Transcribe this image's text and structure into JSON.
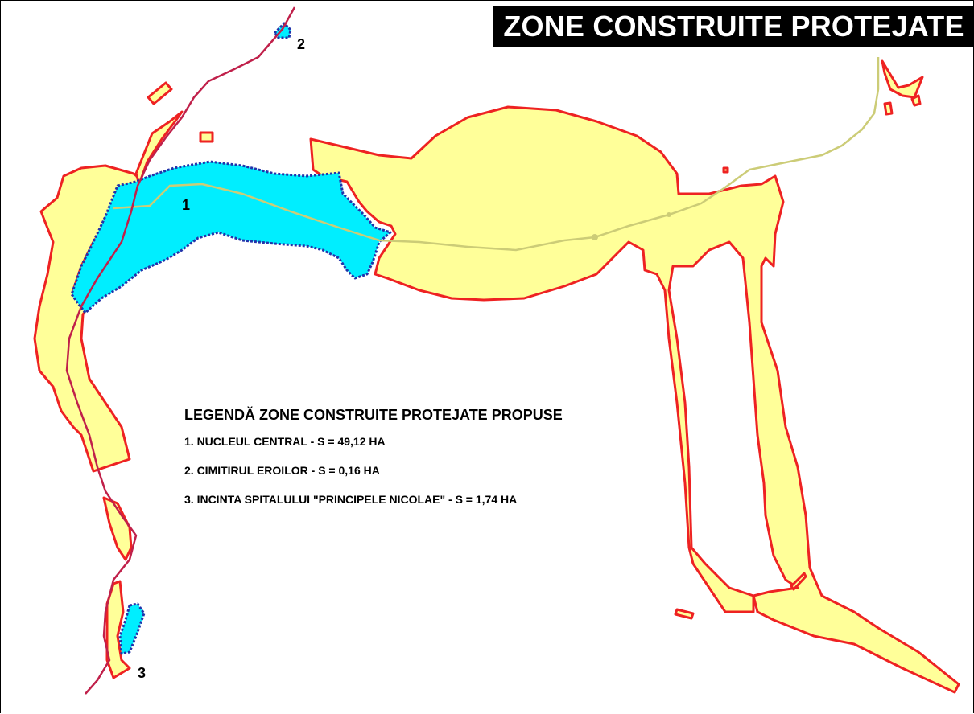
{
  "title": "ZONE CONSTRUITE PROTEJATE",
  "zone_labels": {
    "z1": "1",
    "z2": "2",
    "z3": "3"
  },
  "legend": {
    "title": "LEGENDĂ ZONE CONSTRUITE PROTEJATE PROPUSE",
    "items": [
      "1. NUCLEUL CENTRAL - S = 49,12 HA",
      "2. CIMITIRUL EROILOR - S = 0,16 HA",
      "3. INCINTA SPITALULUI \"PRINCIPELE NICOLAE\" - S = 1,74 HA"
    ]
  },
  "colors": {
    "built_area_fill": "#ffff99",
    "built_area_outline": "#ee2222",
    "protected_zone_fill": "#00eeff",
    "protected_zone_outline": "#2233aa",
    "railway_line": "#c0204a",
    "road_line": "#cccc77",
    "title_bg": "#000000",
    "title_text": "#ffffff"
  }
}
